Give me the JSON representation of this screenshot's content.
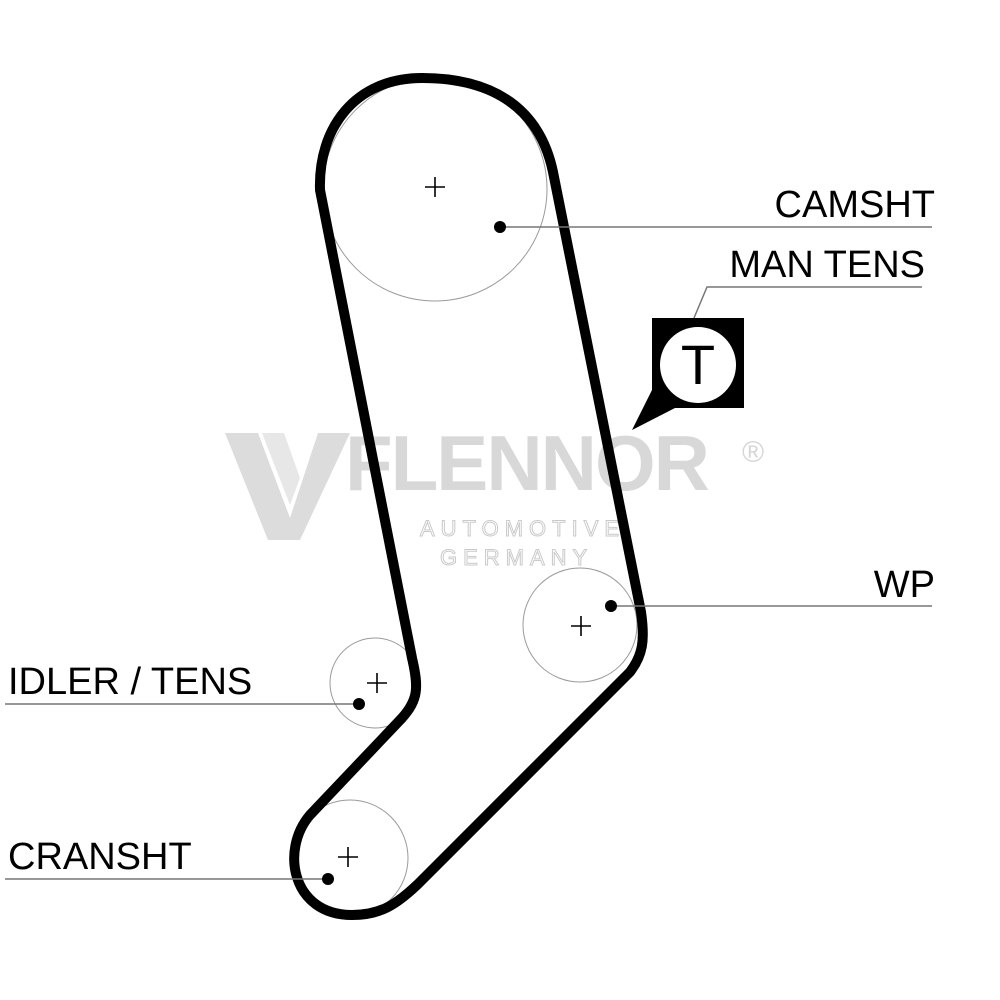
{
  "labels": {
    "camshaft": "CAMSHT",
    "manual_tensioner": "MAN TENS",
    "water_pump": "WP",
    "idler_tensioner": "IDLER / TENS",
    "crankshaft": "CRANSHT"
  },
  "tensioner_symbol": "T",
  "watermark": {
    "brand": "FLENNOR",
    "registered": "®",
    "line1": "AUTOMOTIVE",
    "line2": "GERMANY"
  }
}
